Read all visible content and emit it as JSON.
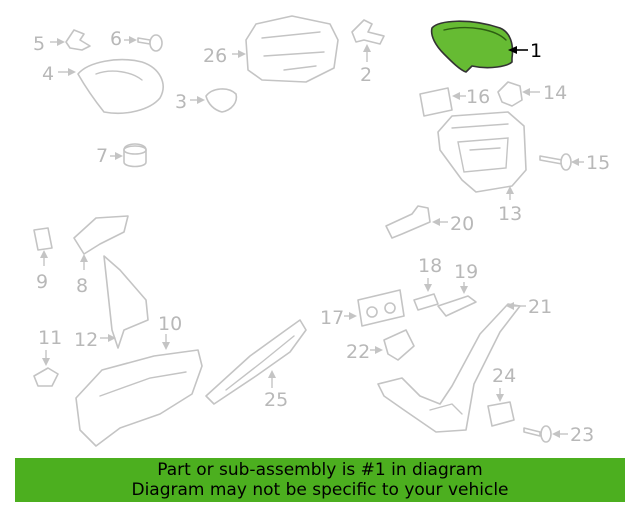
{
  "diagram": {
    "highlight_color": "#66bb33",
    "callouts": [
      "1",
      "2",
      "3",
      "4",
      "5",
      "6",
      "7",
      "8",
      "9",
      "10",
      "11",
      "12",
      "13",
      "14",
      "15",
      "16",
      "17",
      "18",
      "19",
      "20",
      "21",
      "22",
      "23",
      "24",
      "25",
      "26"
    ],
    "highlighted_part": "1"
  },
  "banner": {
    "line1": "Part or sub-assembly is #1 in diagram",
    "line2": "Diagram may not be specific to your vehicle",
    "color": "#4caf1f"
  }
}
